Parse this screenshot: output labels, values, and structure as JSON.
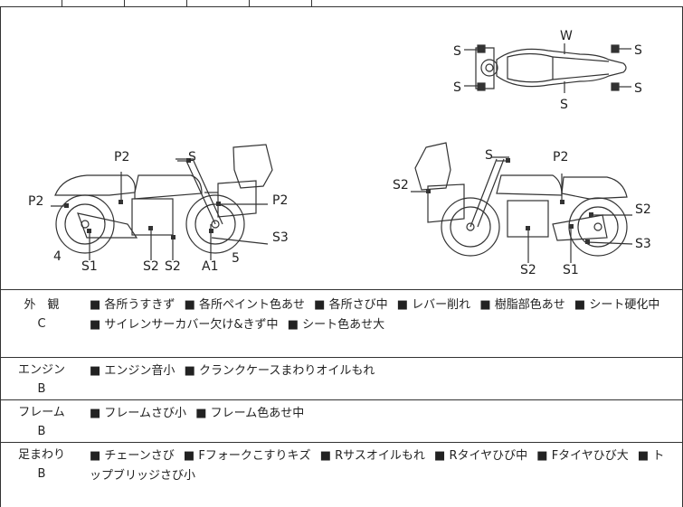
{
  "diagram": {
    "top_view": {
      "labels": {
        "W": "W",
        "S_tl": "S",
        "S_bl": "S",
        "S_tr": "S",
        "S_br": "S",
        "S_bottom": "S"
      }
    },
    "left_view": {
      "labels": {
        "S": "S",
        "P2_top": "P2",
        "P2_left": "P2",
        "P2_right": "P2",
        "S3": "S3",
        "n4": "4",
        "S1": "S1",
        "S2a": "S2",
        "S2b": "S2",
        "A1": "A1",
        "n5": "5"
      }
    },
    "right_view": {
      "labels": {
        "S": "S",
        "P2": "P2",
        "S2_left": "S2",
        "S2_right": "S2",
        "S3": "S3",
        "S2_bottom": "S2",
        "S1": "S1"
      }
    }
  },
  "rows": [
    {
      "category": "外　観",
      "grade": "C",
      "items": [
        "各所うすきず",
        "各所ペイント色あせ",
        "各所さび中",
        "レバー削れ",
        "樹脂部色あせ",
        "シート硬化中",
        "サイレンサーカバー欠け&きず中",
        "シート色あせ大"
      ]
    },
    {
      "category": "エンジン",
      "grade": "B",
      "items": [
        "エンジン音小",
        "クランクケースまわりオイルもれ"
      ]
    },
    {
      "category": "フレーム",
      "grade": "B",
      "items": [
        "フレームさび小",
        "フレーム色あせ中"
      ]
    },
    {
      "category": "足まわり",
      "grade": "B",
      "items": [
        "チェーンさび",
        "Fフォークこすりキズ",
        "Rサスオイルもれ",
        "Rタイヤひび中",
        "Fタイヤひび大",
        "トップブリッジさび小"
      ]
    }
  ]
}
